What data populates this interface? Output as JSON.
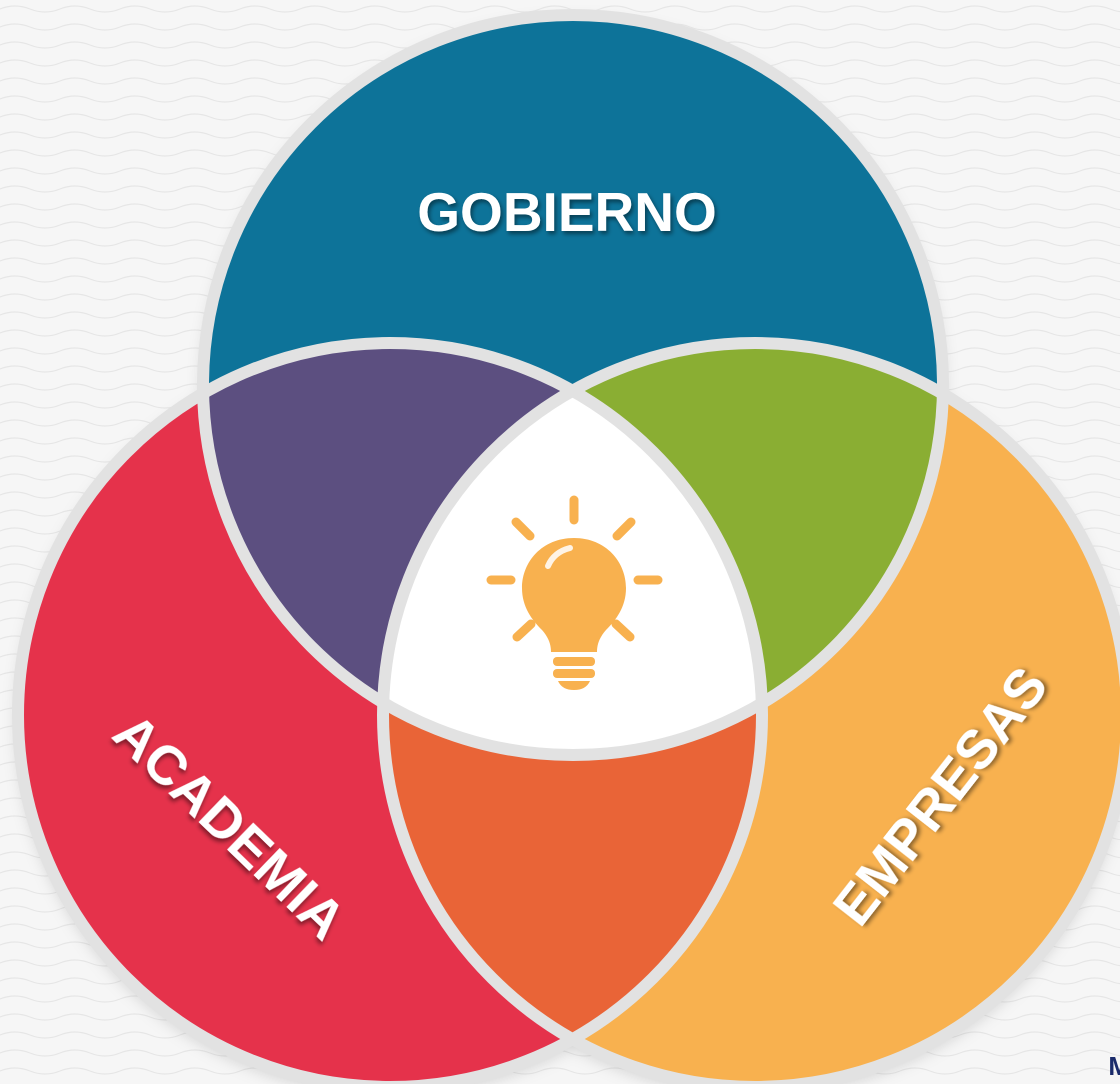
{
  "diagram": {
    "circles": [
      {
        "id": "top",
        "label": "GOBIERNO",
        "color": "#0b7399"
      },
      {
        "id": "left",
        "label": "ACADEMIA",
        "color": "#e5324b"
      },
      {
        "id": "right",
        "label": "EMPRESAS",
        "color": "#f8b14f"
      }
    ],
    "overlaps": {
      "top_left": "#5c4f80",
      "top_right": "#8aae33",
      "left_right": "#e96437",
      "center": "#ffffff"
    },
    "center_icon": {
      "name": "lightbulb-icon",
      "color": "#f8b14f"
    },
    "background": "#f6f6f6",
    "border_color": "#e2e2e2"
  },
  "corner_text": "M"
}
